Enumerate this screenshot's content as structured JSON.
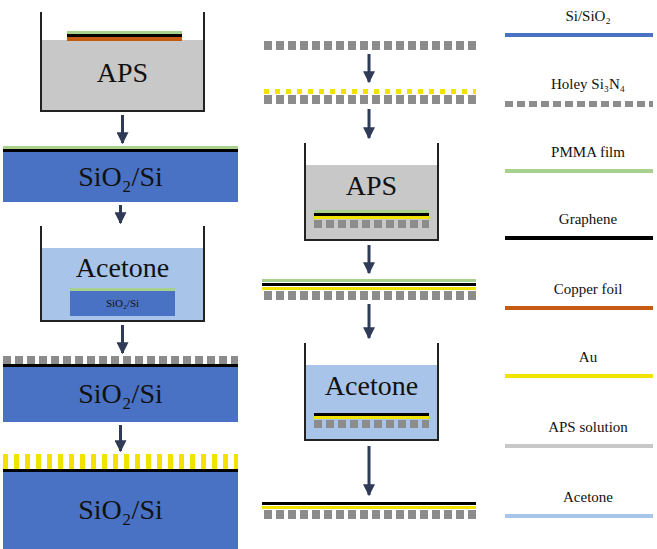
{
  "diagram": {
    "nodes": [
      {
        "text": [
          "APS"
        ]
      },
      {
        "text": [
          "SiO₂/Si"
        ]
      },
      {
        "text": [
          "Acetone"
        ]
      },
      {
        "text": [
          "SiO₂/Si"
        ],
        "in": 2
      },
      {
        "text": [
          "SiO₂/Si"
        ]
      },
      {
        "text": [
          "SiO₂/Si"
        ]
      },
      {
        "text": [
          "APS"
        ]
      },
      {
        "text": [
          "Acetone"
        ]
      }
    ],
    "edges": [
      {
        "from": 0,
        "to": 1,
        "arrow": "to"
      },
      {
        "from": 1,
        "to": 2,
        "arrow": "to"
      },
      {
        "from": 2,
        "to": 4,
        "arrow": "to"
      },
      {
        "from": 4,
        "to": 5,
        "arrow": "to"
      }
    ],
    "legend": [
      {
        "text": "Si/SiO₂",
        "color": "#4a72c4"
      },
      {
        "text": "Holey Si₃N₄"
      },
      {
        "text": "PMMA film",
        "color": "#a9d18e"
      },
      {
        "text": "Graphene",
        "color": "#000000"
      },
      {
        "text": "Copper foil",
        "color": "#c55a11"
      },
      {
        "text": "Au",
        "color": "#f2e200"
      },
      {
        "text": "APS solution",
        "color": "#c8c8c8"
      },
      {
        "text": "Acetone",
        "color": "#a8c4e8"
      }
    ]
  }
}
